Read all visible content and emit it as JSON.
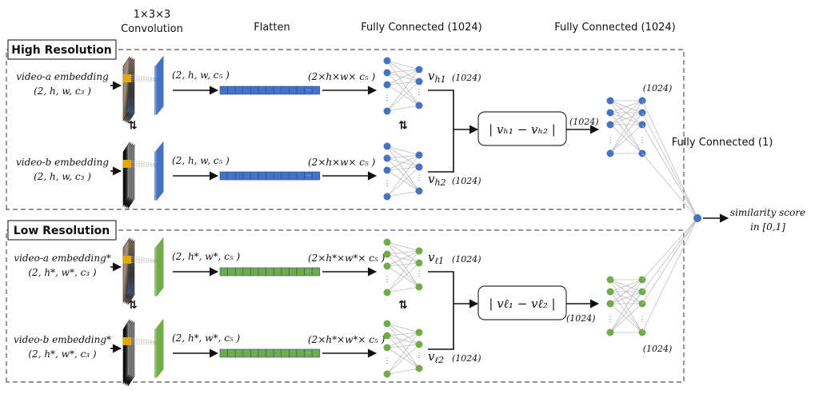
{
  "headers": {
    "conv": [
      "1×3×3",
      "Convolution"
    ],
    "flatten": "Flatten",
    "fc1": "Fully Connected (1024)",
    "fc2": "Fully Connected (1024)",
    "fc_out": "Fully Connected (1)"
  },
  "colors": {
    "high": "#4472c4",
    "low": "#70ad47",
    "patch": "#e0a800",
    "output_node": "#4472c4"
  },
  "sections": [
    {
      "id": "high",
      "title": "High Resolution",
      "streams": [
        {
          "input_label": "video-a embedding",
          "input_shape": "(2, h, w, c₃ )",
          "conv_out": "(2, h, w, c₅ )",
          "flat_out": "(2×h×w× c₅ )",
          "vec": "v",
          "vec_sub": "h1",
          "vec_size": "(1024)"
        },
        {
          "input_label": "video-b embedding",
          "input_shape": "(2, h, w, c₃ )",
          "conv_out": "(2, h, w, c₅ )",
          "flat_out": "(2×h×w× c₅ )",
          "vec": "v",
          "vec_sub": "h2",
          "vec_size": "(1024)"
        }
      ],
      "diff": "| vₕ₁ − vₕ₂ |",
      "diff_out": "(1024)",
      "fc_size": "(1024)"
    },
    {
      "id": "low",
      "title": "Low Resolution",
      "streams": [
        {
          "input_label": "video-a embedding*",
          "input_shape": "(2, h*, w*, c₃ )",
          "conv_out": "(2, h*, w*, c₅ )",
          "flat_out": "(2×h*×w*× c₅ )",
          "vec": "v",
          "vec_sub": "ℓ1",
          "vec_size": "(1024)"
        },
        {
          "input_label": "video-b embedding*",
          "input_shape": "(2, h*, w*, c₃ )",
          "conv_out": "(2, h*, w*, c₅ )",
          "flat_out": "(2×h*×w*× c₅ )",
          "vec": "v",
          "vec_sub": "ℓ2",
          "vec_size": "(1024)"
        }
      ],
      "diff": "| vℓ₁ − vℓ₂ |",
      "diff_out": "(1024)",
      "fc_size": "(1024)"
    }
  ],
  "shared_weights_symbol": "⇅",
  "output": {
    "line1": "similarity score",
    "line2": "in [0,1]"
  }
}
